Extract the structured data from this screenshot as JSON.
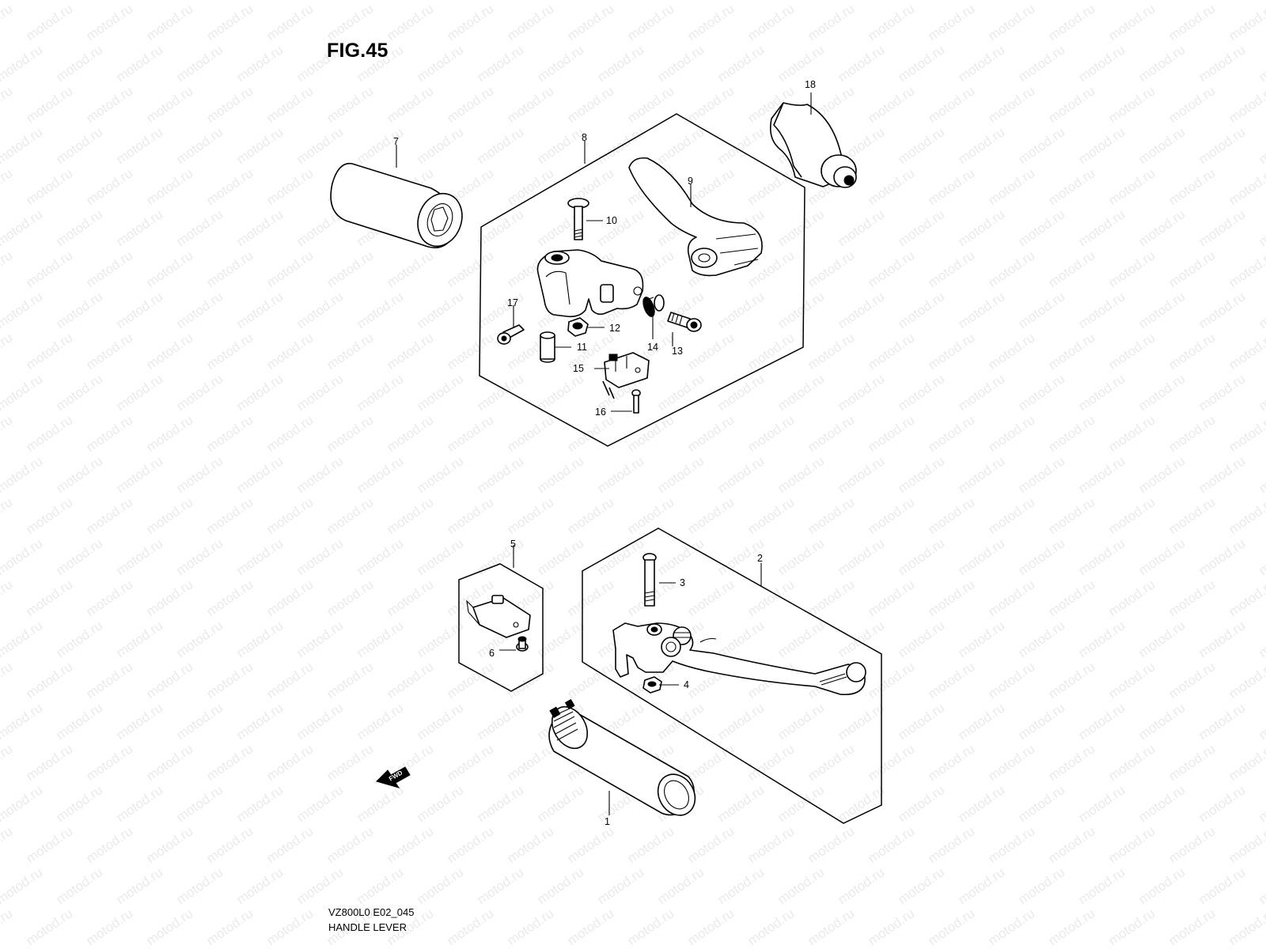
{
  "figure": {
    "title": "FIG.45",
    "model_code": "VZ800L0 E02_045",
    "name": "HANDLE LEVER",
    "direction_label": "FWD",
    "watermark": "motod.ru"
  },
  "callouts": {
    "c1": "1",
    "c2": "2",
    "c3": "3",
    "c4": "4",
    "c5": "5",
    "c6": "6",
    "c7": "7",
    "c8": "8",
    "c9": "9",
    "c10": "10",
    "c11": "11",
    "c12": "12",
    "c13": "13",
    "c14": "14",
    "c15": "15",
    "c16": "16",
    "c17": "17",
    "c18": "18"
  },
  "colors": {
    "ink": "#000000",
    "paper": "#ffffff"
  }
}
